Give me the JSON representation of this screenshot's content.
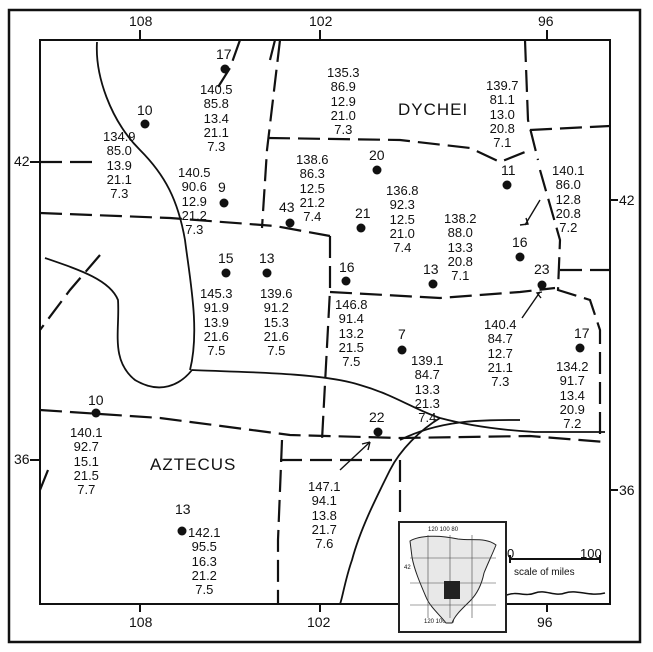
{
  "map": {
    "ticks": {
      "top": [
        "108",
        "102",
        "96"
      ],
      "bottom": [
        "108",
        "102",
        "96"
      ],
      "left": [
        "42",
        "36"
      ],
      "right": [
        "42",
        "36"
      ]
    },
    "regions": {
      "north": "DYCHEI",
      "south": "AZTECUS"
    },
    "sites": [
      {
        "count": "17",
        "values": [
          "140.5",
          "85.8",
          "13.4",
          "21.1",
          "7.3"
        ]
      },
      {
        "count": "10",
        "values": [
          "134.9",
          "85.0",
          "13.9",
          "21.1",
          "7.3"
        ]
      },
      {
        "count": "9",
        "values": [
          "140.5",
          "90.6",
          "12.9",
          "21.2",
          "7.3"
        ]
      },
      {
        "count": "",
        "values": [
          "135.3",
          "86.9",
          "12.9",
          "21.0",
          "7.3"
        ]
      },
      {
        "count": "",
        "values": [
          "139.7",
          "81.1",
          "13.0",
          "20.8",
          "7.1"
        ]
      },
      {
        "count": "20",
        "values": []
      },
      {
        "count": "43",
        "values": [
          "138.6",
          "86.3",
          "12.5",
          "21.2",
          "7.4"
        ]
      },
      {
        "count": "21",
        "values": [
          "136.8",
          "92.3",
          "12.5",
          "21.0",
          "7.4"
        ]
      },
      {
        "count": "11",
        "values": []
      },
      {
        "count": "",
        "values": [
          "140.1",
          "86.0",
          "12.8",
          "20.8",
          "7.2"
        ]
      },
      {
        "count": "16",
        "values": []
      },
      {
        "count": "13",
        "values": [
          "138.2",
          "88.0",
          "13.3",
          "20.8",
          "7.1"
        ]
      },
      {
        "count": "15",
        "values": [
          "145.3",
          "91.9",
          "13.9",
          "21.6",
          "7.5"
        ]
      },
      {
        "count": "13",
        "values": [
          "139.6",
          "91.2",
          "15.3",
          "21.6",
          "7.5"
        ]
      },
      {
        "count": "16",
        "values": [
          "146.8",
          "91.4",
          "13.2",
          "21.5",
          "7.5"
        ]
      },
      {
        "count": "23",
        "values": [
          "140.4",
          "84.7",
          "12.7",
          "21.1",
          "7.3"
        ]
      },
      {
        "count": "7",
        "values": [
          "139.1",
          "84.7",
          "13.3",
          "21.3",
          "7.4"
        ]
      },
      {
        "count": "17",
        "values": [
          "134.2",
          "91.7",
          "13.4",
          "20.9",
          "7.2"
        ]
      },
      {
        "count": "10",
        "values": [
          "140.1",
          "92.7",
          "15.1",
          "21.5",
          "7.7"
        ]
      },
      {
        "count": "22",
        "values": [
          "147.1",
          "94.1",
          "13.8",
          "21.7",
          "7.6"
        ]
      },
      {
        "count": "13",
        "values": [
          "142.1",
          "95.5",
          "16.3",
          "21.2",
          "7.5"
        ]
      }
    ],
    "inset": {
      "ticks_top": "120 100 80",
      "ticks_bottom": "120  100  80",
      "tick_left": "42"
    },
    "scale": {
      "start": "0",
      "end": "100",
      "label": "scale of miles"
    }
  }
}
